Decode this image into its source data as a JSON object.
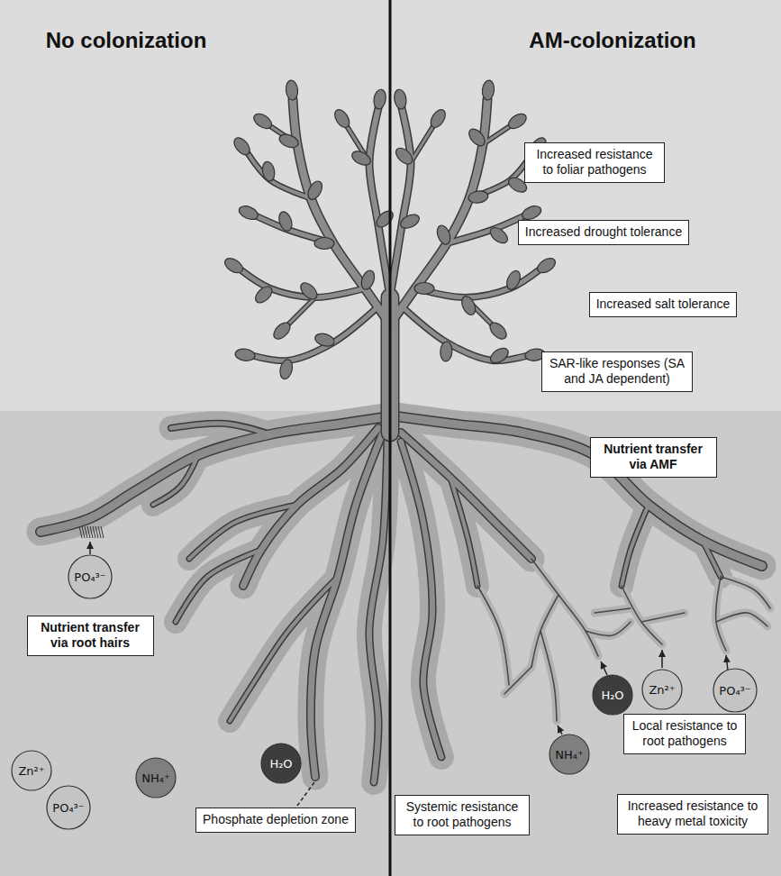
{
  "diagram": {
    "nodes": [
      {
        "text": [
          "Increased resistance to foliar pathogens"
        ]
      },
      {
        "text": [
          "Increased drought tolerance"
        ]
      },
      {
        "text": [
          "Increased salt tolerance"
        ]
      },
      {
        "text": [
          "SAR-like responses (SA and JA dependent)"
        ]
      },
      {
        "text": [
          "Nutrient transfer via AMF"
        ]
      },
      {
        "text": [
          "PO₄³⁻"
        ]
      },
      {
        "text": [
          "Nutrient transfer via root hairs"
        ]
      },
      {
        "text": [
          "Zn²⁺"
        ]
      },
      {
        "text": [
          "PO₄³⁻"
        ]
      },
      {
        "text": [
          "H₂O"
        ]
      },
      {
        "text": [
          "Local resistance to root pathogens"
        ]
      },
      {
        "text": [
          "NH₄⁺"
        ]
      },
      {
        "text": [
          "H₂O"
        ]
      },
      {
        "text": [
          "Zn²⁺"
        ]
      },
      {
        "text": [
          "NH₄⁺"
        ]
      },
      {
        "text": [
          "Increased resistance to heavy metal toxicity"
        ]
      },
      {
        "text": [
          "Systemic resistance to root pathogens"
        ]
      },
      {
        "text": [
          "PO₄³⁻"
        ]
      },
      {
        "text": [
          "Phosphate depletion zone"
        ]
      }
    ],
    "labels": [
      "No colonization",
      "AM-colonization"
    ]
  }
}
